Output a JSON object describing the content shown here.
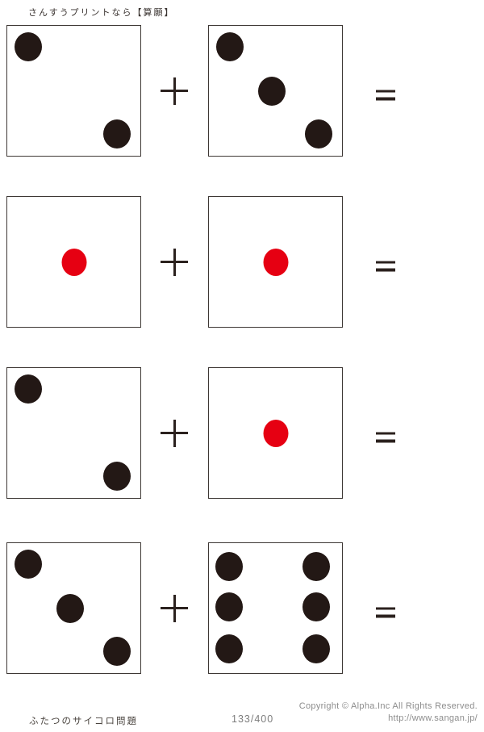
{
  "header": {
    "title": "さんすうプリントなら【算願】"
  },
  "operators": {
    "plus": "+",
    "equals": "="
  },
  "problems": [
    {
      "left_die": {
        "value": 2,
        "color": "black"
      },
      "right_die": {
        "value": 3,
        "color": "black"
      }
    },
    {
      "left_die": {
        "value": 1,
        "color": "red"
      },
      "right_die": {
        "value": 1,
        "color": "red"
      }
    },
    {
      "left_die": {
        "value": 2,
        "color": "black"
      },
      "right_die": {
        "value": 1,
        "color": "red"
      }
    },
    {
      "left_die": {
        "value": 3,
        "color": "black"
      },
      "right_die": {
        "value": 6,
        "color": "black"
      }
    }
  ],
  "colors": {
    "pip_black": "#231815",
    "pip_red": "#e60012",
    "die_border": "#3e3835",
    "operator": "#2b211e",
    "footer_gray": "#8d8d8d"
  },
  "footer": {
    "worksheet_title": "ふたつのサイコロ問題",
    "page_number": "133/400",
    "copyright": "Copyright ©  Alpha.Inc All Rights Reserved.",
    "url": "http://www.sangan.jp/"
  }
}
